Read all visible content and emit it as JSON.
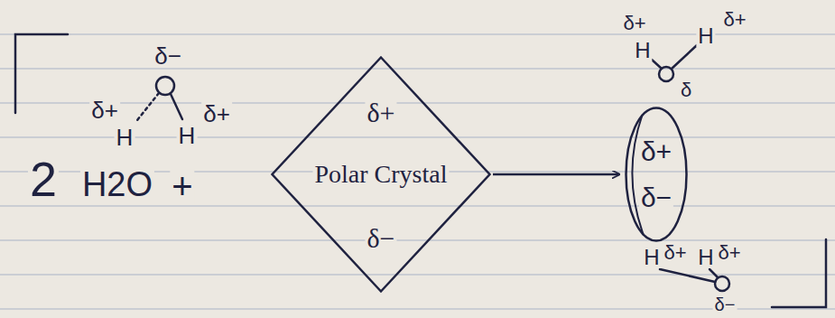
{
  "diagram": {
    "nodes": [
      {
        "text": [
          "δ+",
          "Polar Crystal",
          "δ−"
        ]
      },
      {
        "text": [
          "δ+",
          "δ−"
        ]
      }
    ],
    "edges": [
      {
        "from": 0,
        "to": 1,
        "arrow": "to"
      }
    ],
    "labels": [
      "2",
      "H2O",
      "+",
      "δ−",
      "δ+",
      "H",
      "H",
      "δ+",
      "δ+",
      "H",
      "H",
      "δ+",
      "δ",
      "H",
      "δ+",
      "H",
      "δ+",
      "δ−"
    ]
  }
}
